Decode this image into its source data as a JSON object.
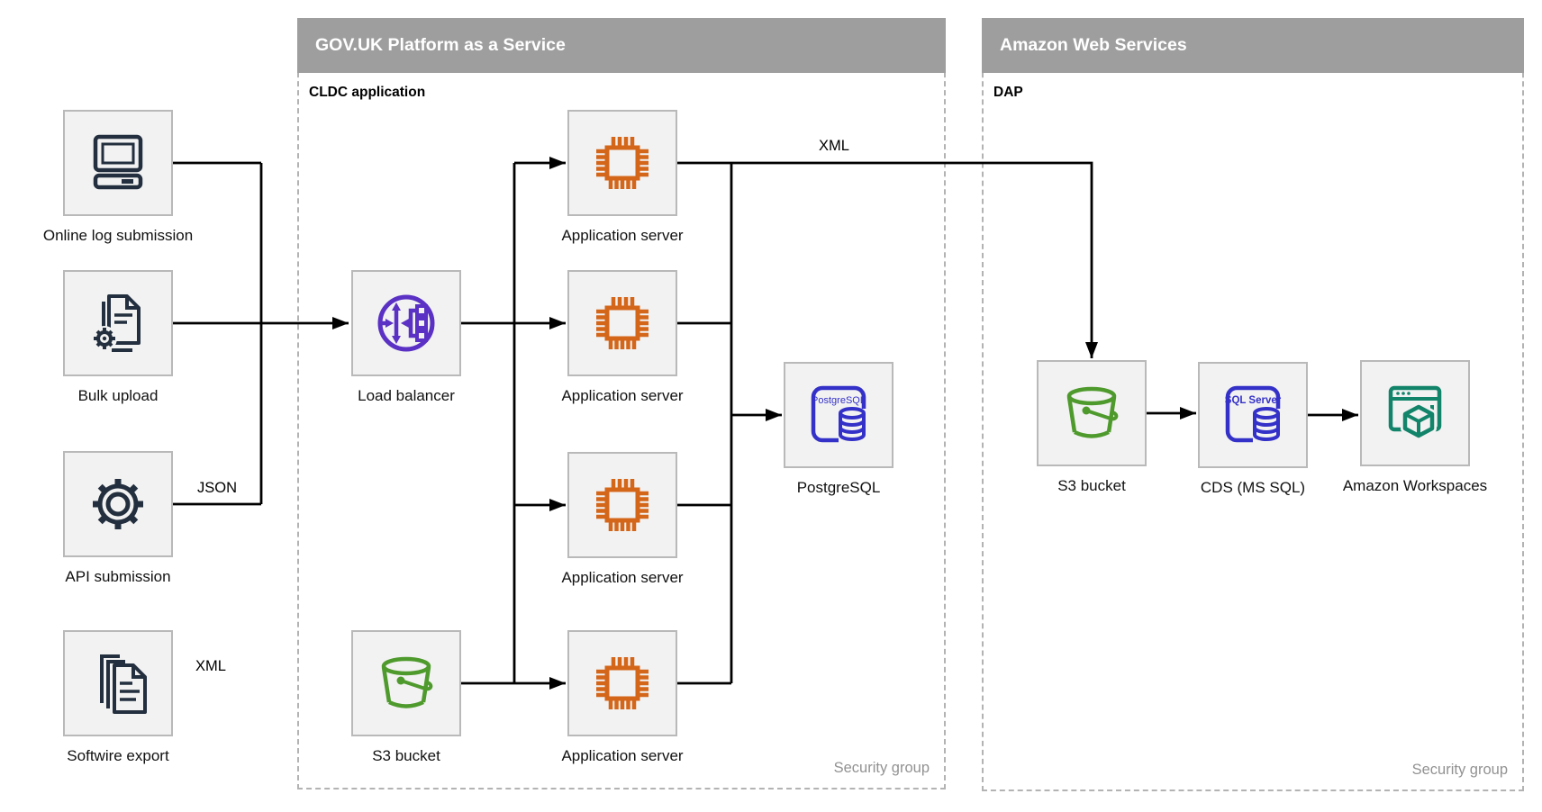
{
  "diagram": {
    "containers": {
      "paas": {
        "title": "GOV.UK Platform as a Service",
        "subtitle": "CLDC application",
        "footer_label": "Security group"
      },
      "aws": {
        "title": "Amazon Web Services",
        "subtitle": "DAP",
        "footer_label": "Security group"
      }
    },
    "nodes": {
      "online_log_submission": {
        "label": "Online log submission",
        "icon": "computer-icon"
      },
      "bulk_upload": {
        "label": "Bulk upload",
        "icon": "document-gear-icon"
      },
      "api_submission": {
        "label": "API submission",
        "icon": "gear-icon"
      },
      "softwire_export": {
        "label": "Softwire export",
        "icon": "documents-stack-icon"
      },
      "load_balancer": {
        "label": "Load balancer",
        "icon": "load-balancer-icon"
      },
      "app_server_1": {
        "label": "Application server",
        "icon": "chip-icon"
      },
      "app_server_2": {
        "label": "Application server",
        "icon": "chip-icon"
      },
      "app_server_3": {
        "label": "Application server",
        "icon": "chip-icon"
      },
      "app_server_4": {
        "label": "Application server",
        "icon": "chip-icon"
      },
      "postgresql": {
        "label": "PostgreSQL",
        "icon": "postgresql-icon",
        "icon_text": "PostgreSQL"
      },
      "s3_bucket_paas": {
        "label": "S3 bucket",
        "icon": "s3-bucket-icon"
      },
      "s3_bucket_aws": {
        "label": "S3 bucket",
        "icon": "s3-bucket-icon"
      },
      "cds_mssql": {
        "label": "CDS (MS SQL)",
        "icon": "sql-server-icon",
        "icon_text": "SQL Server"
      },
      "amazon_workspaces": {
        "label": "Amazon Workspaces",
        "icon": "workspaces-icon"
      }
    },
    "edge_labels": {
      "api_to_lb": "JSON",
      "softwire_to_s3": "XML",
      "appserver_to_aws": "XML"
    },
    "colors": {
      "header_bar": "#9e9e9e",
      "node_bg": "#f2f2f2",
      "node_border": "#b9b9b9",
      "zone_border": "#b3b3b3",
      "dark_icon": "#232f3e",
      "orange_icon": "#d4661a",
      "purple_icon": "#5a31c4",
      "blue_icon": "#3431c8",
      "green_icon": "#4f9a2d",
      "teal_icon": "#12846a",
      "line": "#000000",
      "muted_text": "#929292"
    }
  }
}
